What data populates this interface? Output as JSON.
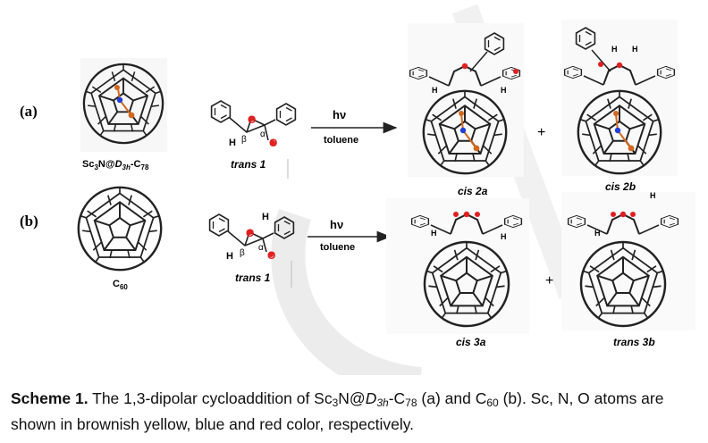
{
  "labels": {
    "part_a": "(a)",
    "part_b": "(b)",
    "hv": "hν",
    "solvent": "toluene",
    "plus": "+",
    "beta": "β",
    "alpha": "α",
    "atom_o": "O",
    "atom_h": "H",
    "trans1": "trans 1",
    "cis2a": "cis 2a",
    "cis2b": "cis 2b",
    "cis3a": "cis 3a",
    "trans3b": "trans 3b"
  },
  "fullerene_labels": {
    "c78_prefix": "Sc",
    "c78_sub1": "3",
    "c78_mid": "N@",
    "c78_D": "D",
    "c78_sub2": "3h",
    "c78_dash": "-C",
    "c78_sub3": "78",
    "c60_c": "C",
    "c60_sub": "60"
  },
  "caption": {
    "title": "Scheme 1.",
    "t1": " The 1,3-dipolar cycloaddition of Sc",
    "s1": "3",
    "t2": "N@",
    "D": "D",
    "s2": "3h",
    "t3": "-C",
    "s3": "78",
    "t4": " (a) and C",
    "s4": "60",
    "t5": "  (b). Sc, N, O atoms are shown in brownish yellow, blue and red color, respectively."
  },
  "colors": {
    "sc_atom": "#d2691e",
    "n_atom": "#1f3fd6",
    "o_atom": "#e02020",
    "watermark": "#e8e8e8"
  },
  "icons": [
    "fullerene-cage-icon",
    "reaction-arrow-icon",
    "phenyl-ring-icon"
  ]
}
